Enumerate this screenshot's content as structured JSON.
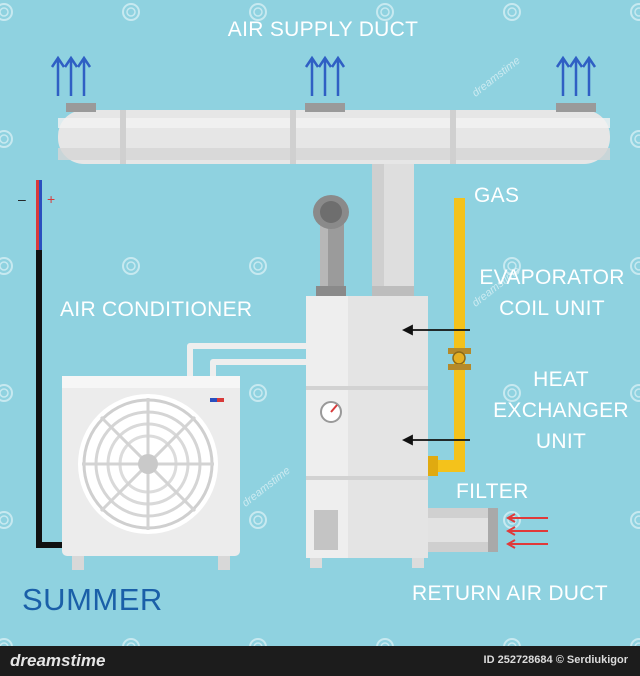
{
  "labels": {
    "supply_duct": "AIR SUPPLY DUCT",
    "gas": "GAS",
    "evaporator_line1": "EVAPORATOR",
    "evaporator_line2": "COIL UNIT",
    "air_conditioner": "AIR CONDITIONER",
    "heat_line1": "HEAT",
    "heat_line2": "EXCHANGER",
    "heat_line3": "UNIT",
    "filter": "FILTER",
    "return_duct": "RETURN AIR DUCT",
    "season": "SUMMER",
    "polarity_minus": "–",
    "polarity_plus": "+"
  },
  "watermark": {
    "text": "dreamstime"
  },
  "footer": {
    "brand": "dreamstime",
    "id_credit": "ID 252728684 © Serdiukigor"
  },
  "colors": {
    "background": "#8fd2e0",
    "label_text": "#ffffff",
    "season_text": "#1a5fa8",
    "duct": "#e6e6e6",
    "gas_pipe": "#f4c21b",
    "arrow_up": "#2f5fc4",
    "arrow_in": "#e03a3a",
    "footer_bg": "#1c1c1c"
  }
}
